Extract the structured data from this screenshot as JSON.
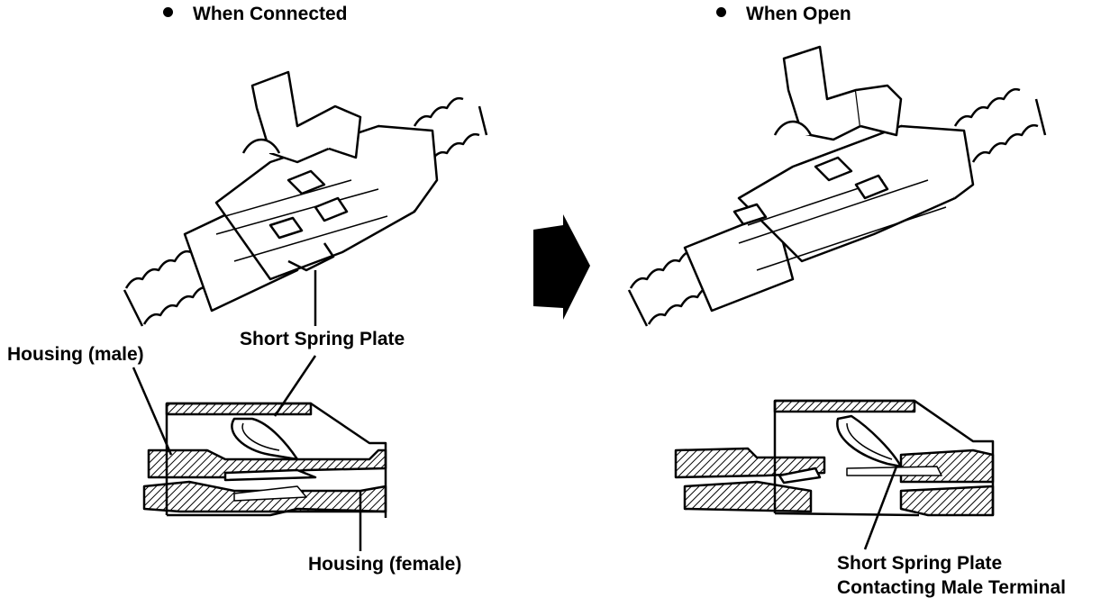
{
  "headers": {
    "connected": "When Connected",
    "open": "When Open"
  },
  "labels": {
    "short_spring_plate": "Short Spring Plate",
    "housing_male": "Housing (male)",
    "housing_female": "Housing (female)",
    "contact_line1": "Short Spring Plate",
    "contact_line2": "Contacting Male Terminal"
  },
  "colors": {
    "ink": "#000000",
    "paper": "#ffffff"
  }
}
